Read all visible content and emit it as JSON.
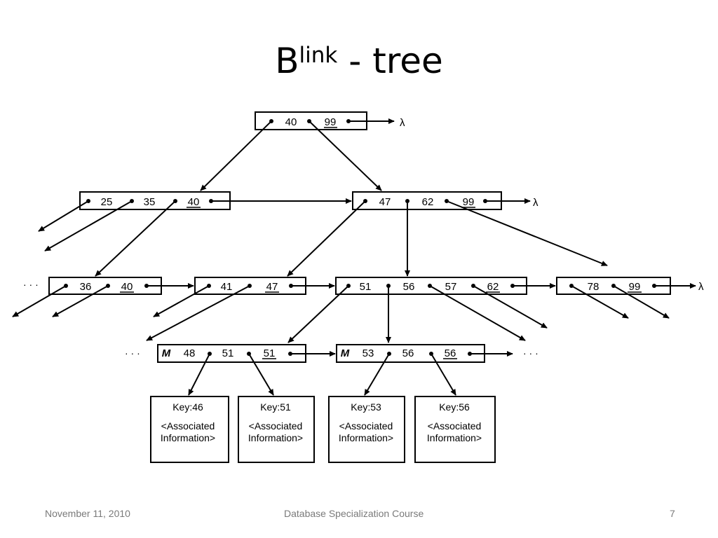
{
  "title": {
    "main": "B",
    "superscript": "link",
    "suffix": " - tree"
  },
  "footer": {
    "date": "November 11, 2010",
    "course": "Database Specialization Course",
    "page": "7"
  },
  "lambda": "λ",
  "ellipsis": "· · ·",
  "leaf_pages": [
    {
      "key": "Key:46",
      "info_line1": "<Associated",
      "info_line2": "Information>"
    },
    {
      "key": "Key:51",
      "info_line1": "<Associated",
      "info_line2": "Information>"
    },
    {
      "key": "Key:53",
      "info_line1": "<Associated",
      "info_line2": "Information>"
    },
    {
      "key": "Key:56",
      "info_line1": "<Associated",
      "info_line2": "Information>"
    }
  ],
  "nodes": [
    {
      "id": "root",
      "keys": [
        "40",
        "99"
      ],
      "high_key": "99"
    },
    {
      "id": "level1-left",
      "keys": [
        "25",
        "35",
        "40"
      ],
      "high_key": "40"
    },
    {
      "id": "level1-right",
      "keys": [
        "47",
        "62",
        "99"
      ],
      "high_key": "99"
    },
    {
      "id": "level2-a",
      "keys": [
        "36",
        "40"
      ],
      "high_key": "40"
    },
    {
      "id": "level2-b",
      "keys": [
        "41",
        "47"
      ],
      "high_key": "47"
    },
    {
      "id": "level2-c",
      "keys": [
        "51",
        "56",
        "57",
        "62"
      ],
      "high_key": "62"
    },
    {
      "id": "level2-d",
      "keys": [
        "78",
        "99"
      ],
      "high_key": "99"
    },
    {
      "id": "leaf-left",
      "marker": "M",
      "keys": [
        "48",
        "51",
        "51"
      ],
      "high_key": "51"
    },
    {
      "id": "leaf-right",
      "marker": "M",
      "keys": [
        "53",
        "56",
        "56"
      ],
      "high_key": "56"
    }
  ]
}
